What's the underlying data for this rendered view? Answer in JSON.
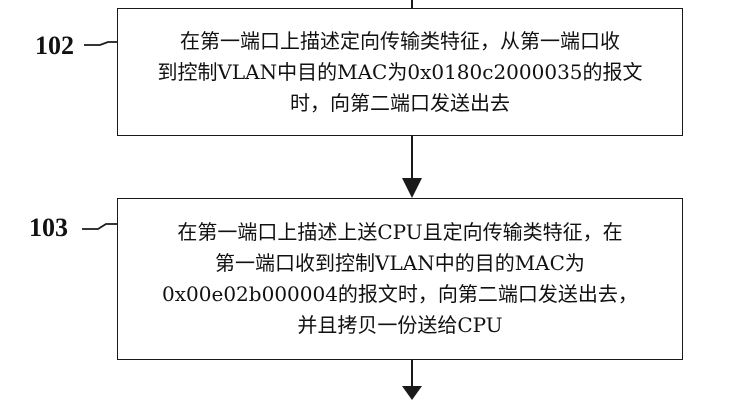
{
  "steps": [
    {
      "number": "102",
      "lines": [
        "在第一端口上描述定向传输类特征，从第一端口收",
        "到控制VLAN中目的MAC为0x0180c2000035的报文",
        "时，向第二端口发送出去"
      ]
    },
    {
      "number": "103",
      "lines": [
        "在第一端口上描述上送CPU且定向传输类特征，在",
        "第一端口收到控制VLAN中的目的MAC为",
        "0x00e02b000004的报文时，向第二端口发送出去，",
        "并且拷贝一份送给CPU"
      ]
    }
  ],
  "colors": {
    "line": "#1a1a1a",
    "text": "#111111",
    "background": "#ffffff"
  }
}
